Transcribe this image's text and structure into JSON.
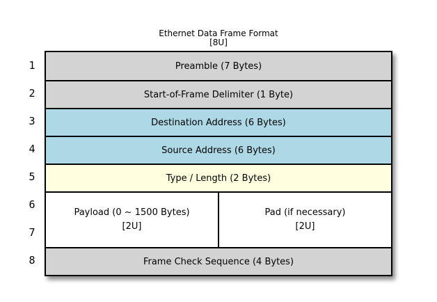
{
  "title": {
    "line1": "Ethernet Data Frame Format",
    "line2": "[8U]"
  },
  "row_numbers": [
    "1",
    "2",
    "3",
    "4",
    "5",
    "6",
    "7",
    "8"
  ],
  "fields": [
    {
      "label": "Preamble (7 Bytes)",
      "color": "gray"
    },
    {
      "label": "Start-of-Frame Delimiter (1 Byte)",
      "color": "gray"
    },
    {
      "label": "Destination Address (6 Bytes)",
      "color": "blue"
    },
    {
      "label": "Source Address (6 Bytes)",
      "color": "blue"
    },
    {
      "label": "Type / Length (2 Bytes)",
      "color": "yellow"
    },
    {
      "label": "Frame Check Sequence (4 Bytes)",
      "color": "gray"
    }
  ],
  "payload": {
    "line1": "Payload (0 ~ 1500 Bytes)",
    "line2": "[2U]",
    "color": "white"
  },
  "pad": {
    "line1": "Pad (if necessary)",
    "line2": "[2U]",
    "color": "white"
  },
  "colors": {
    "gray": "#D3D3D3",
    "blue": "#ADD8E6",
    "yellow": "#FFFFDF",
    "white": "#FFFFFF",
    "border": "#000000",
    "text": "#000000"
  }
}
